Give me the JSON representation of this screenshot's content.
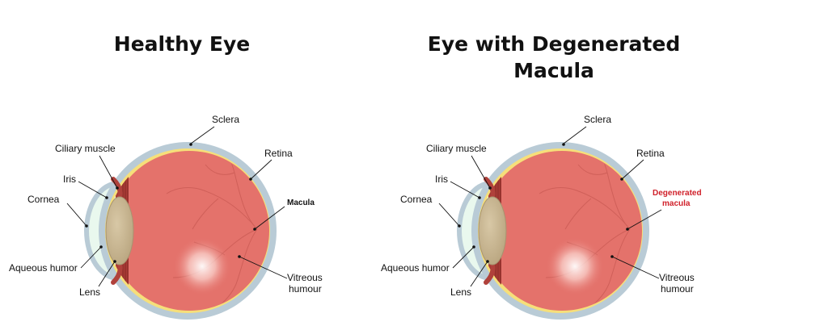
{
  "titles": {
    "left": "Healthy Eye",
    "right_line1": "Eye with Degenerated",
    "right_line2": "Macula"
  },
  "labels": {
    "sclera": "Sclera",
    "ciliary_muscle": "Ciliary muscle",
    "retina": "Retina",
    "iris": "Iris",
    "cornea": "Cornea",
    "macula": "Macula",
    "degenerated_line1": "Degenerated",
    "degenerated_line2": "macula",
    "aqueous_humor": "Aqueous humor",
    "lens": "Lens",
    "vitreous_line1": "Vitreous",
    "vitreous_line2": "humour"
  },
  "colors": {
    "sclera": "#b9cbd6",
    "retina": "#f6df7a",
    "vitreous": "#e4726b",
    "ciliary": "#b0413b",
    "lens": "#c9b792",
    "cornea": "#e9f8ee",
    "degenerated": "#d0202a"
  }
}
